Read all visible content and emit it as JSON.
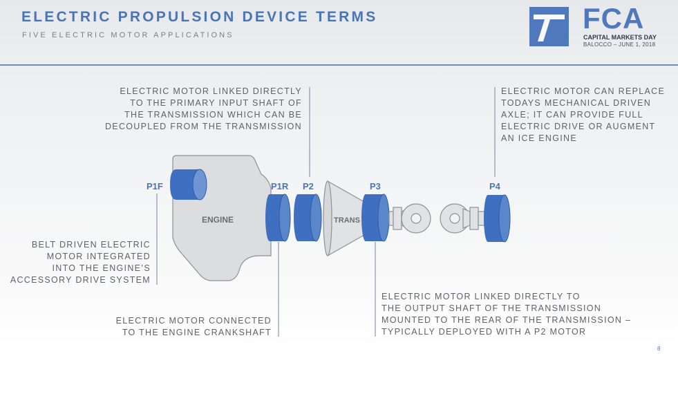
{
  "header": {
    "title": "ELECTRIC PROPULSION DEVICE TERMS",
    "subtitle": "FIVE ELECTRIC MOTOR APPLICATIONS"
  },
  "logo": {
    "brand": "FCA",
    "event": "CAPITAL MARKETS DAY",
    "place_date": "BALOCCO – JUNE 1, 2018"
  },
  "diagram": {
    "labels": {
      "p1f": "P1F",
      "p1r": "P1R",
      "p2": "P2",
      "p3": "P3",
      "p4": "P4",
      "engine": "ENGINE",
      "trans": "TRANS"
    },
    "annotations": {
      "p2": "ELECTRIC MOTOR LINKED DIRECTLY\nTO THE PRIMARY INPUT SHAFT OF\nTHE TRANSMISSION WHICH CAN BE\nDECOUPLED FROM THE TRANSMISSION",
      "p4": "ELECTRIC MOTOR CAN REPLACE\nTODAYS MECHANICAL DRIVEN\nAXLE; IT CAN PROVIDE FULL\nELECTRIC DRIVE OR AUGMENT\nAN ICE ENGINE",
      "p1f": "BELT DRIVEN ELECTRIC\nMOTOR INTEGRATED\nINTO THE ENGINE’S\nACCESSORY DRIVE SYSTEM",
      "p1r": "ELECTRIC MOTOR CONNECTED\nTO THE ENGINE CRANKSHAFT",
      "p3": "ELECTRIC MOTOR LINKED DIRECTLY TO\nTHE OUTPUT SHAFT OF THE TRANSMISSION\nMOUNTED TO THE REAR OF THE TRANSMISSION –\nTYPICALLY DEPLOYED WITH A P2 MOTOR"
    }
  },
  "footer": {
    "page_number": "8"
  },
  "colors": {
    "accent": "#4a74b8",
    "motor_blue": "#3f6fc0",
    "component_gray": "#dedfe0",
    "outline_gray": "#8e9094"
  }
}
